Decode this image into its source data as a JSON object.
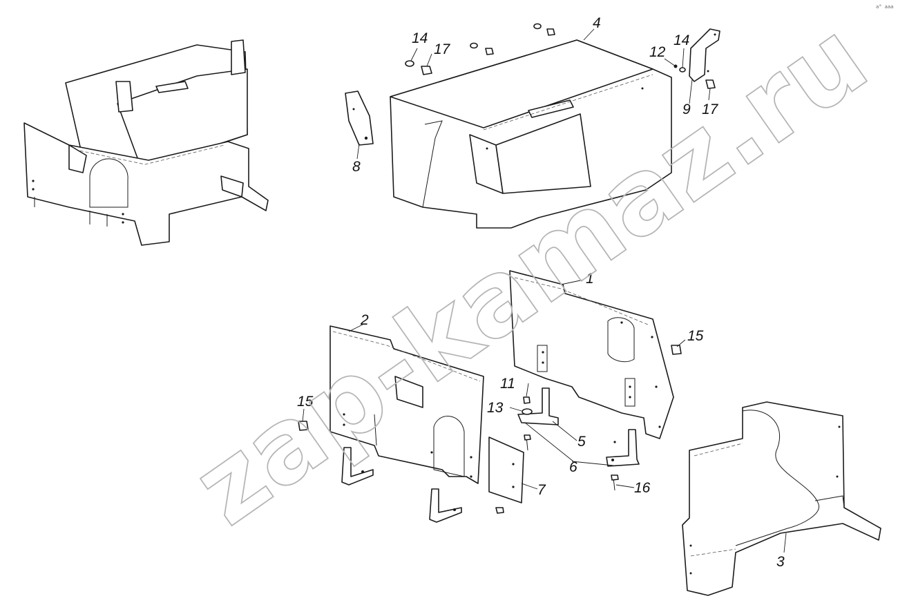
{
  "watermark": "zap-kamaz.ru",
  "corner_mark": "a° aaa",
  "callouts": {
    "c1": "1",
    "c2": "2",
    "c3": "3",
    "c4": "4",
    "c5": "5",
    "c6": "6",
    "c7": "7",
    "c8": "8",
    "c9": "9",
    "c11": "11",
    "c12": "12",
    "c13": "13",
    "c14a": "14",
    "c14b": "14",
    "c15a": "15",
    "c15b": "15",
    "c16": "16",
    "c17a": "17",
    "c17b": "17"
  }
}
